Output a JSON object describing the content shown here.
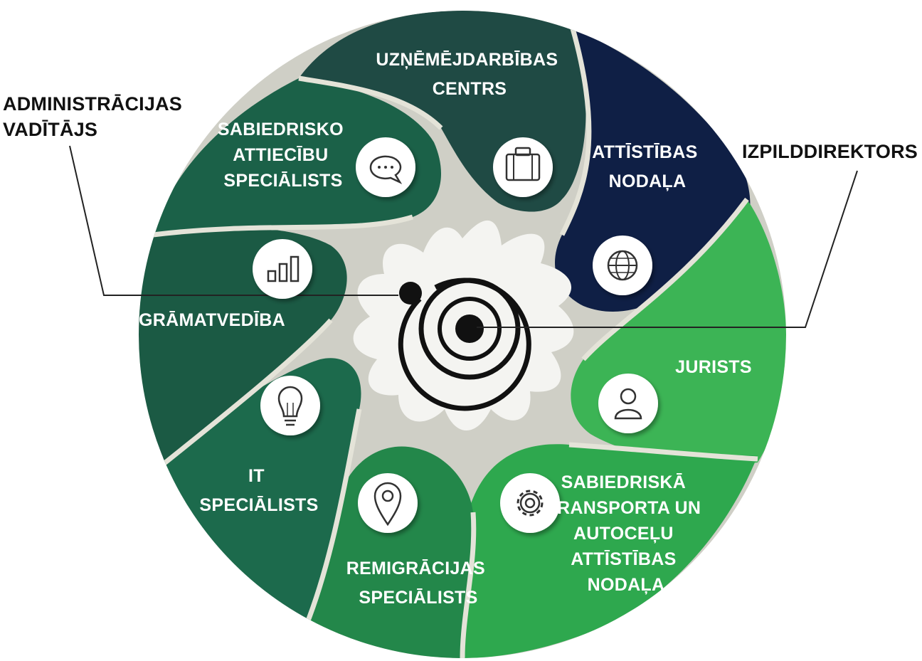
{
  "admin": {
    "line1": "ADMINISTRĀCIJAS",
    "line2": "VADĪTĀJS"
  },
  "director": {
    "label": "IZPILDDIREKTORS"
  },
  "segments": [
    {
      "id": "business",
      "lines": [
        "UZŅĒMĒJDARBĪBAS",
        "CENTRS"
      ],
      "icon": "briefcase-icon",
      "color": "#1f4a44"
    },
    {
      "id": "development",
      "lines": [
        "ATTĪSTĪBAS",
        "NODAĻA"
      ],
      "icon": "globe-icon",
      "color": "#0f1f45"
    },
    {
      "id": "lawyer",
      "lines": [
        "JURISTS"
      ],
      "icon": "user-icon",
      "color": "#3cb455"
    },
    {
      "id": "transport",
      "lines": [
        "SABIEDRISKĀ",
        "TRANSPORTA UN",
        "AUTOCEĻU",
        "ATTĪSTĪBAS",
        "NODAĻA"
      ],
      "icon": "gear-icon",
      "color": "#2ea84e"
    },
    {
      "id": "remigration",
      "lines": [
        "REMIGRĀCIJAS",
        "SPECIĀLISTS"
      ],
      "icon": "location-pin-icon",
      "color": "#23874a"
    },
    {
      "id": "it",
      "lines": [
        "IT",
        "SPECIĀLISTS"
      ],
      "icon": "lightbulb-icon",
      "color": "#1c6a4c"
    },
    {
      "id": "accounting",
      "lines": [
        "GRĀMATVEDĪBA"
      ],
      "icon": "bar-chart-icon",
      "color": "#1b5a44"
    },
    {
      "id": "pr",
      "lines": [
        "SABIEDRISKO",
        "ATTIECĪBU",
        "SPECIĀLISTS"
      ],
      "icon": "chat-bubble-icon",
      "color": "#1b6148"
    }
  ]
}
